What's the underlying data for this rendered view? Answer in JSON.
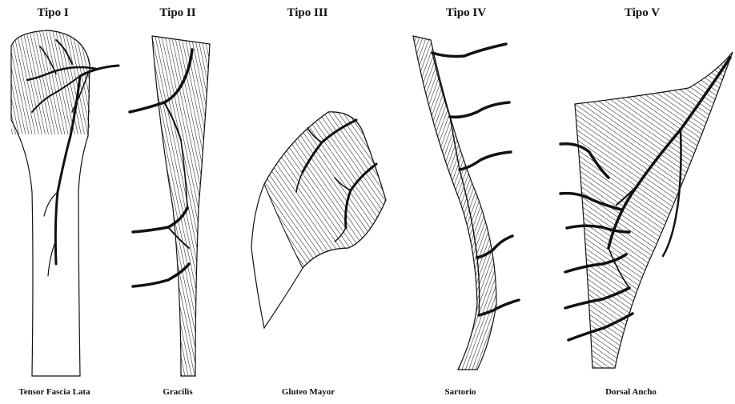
{
  "figure": {
    "panels": [
      {
        "id": "tipo-1",
        "title": "Tipo I",
        "caption": "Tensor Fascia Lata"
      },
      {
        "id": "tipo-2",
        "title": "Tipo II",
        "caption": "Gracilis"
      },
      {
        "id": "tipo-3",
        "title": "Tipo III",
        "caption": "Gluteo Mayor"
      },
      {
        "id": "tipo-4",
        "title": "Tipo IV",
        "caption": "Sartorio"
      },
      {
        "id": "tipo-5",
        "title": "Tipo V",
        "caption": "Dorsal Ancho"
      }
    ],
    "colors": {
      "ink": "#111111",
      "paper": "#ffffff"
    }
  }
}
